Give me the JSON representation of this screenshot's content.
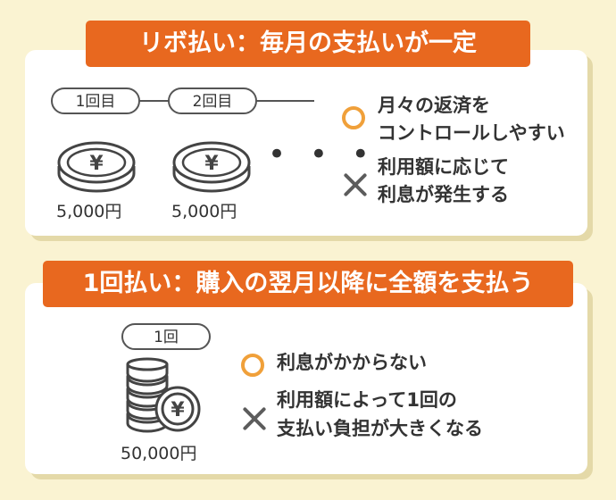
{
  "section1": {
    "banner": "リボ払い：毎月の支払いが一定",
    "steps": [
      {
        "label": "1回目",
        "amount": "5,000円"
      },
      {
        "label": "2回目",
        "amount": "5,000円"
      }
    ],
    "ellipsis": "• • •",
    "pro": [
      "月々の返済を",
      "コントロールしやすい"
    ],
    "con": [
      "利用額に応じて",
      "利息が発生する"
    ]
  },
  "section2": {
    "banner": "1回払い：購入の翌月以降に全額を支払う",
    "step": {
      "label": "1回",
      "amount": "50,000円"
    },
    "pro": [
      "利息がかからない"
    ],
    "con": [
      "利用額によって1回の",
      "支払い負担が大きくなる"
    ]
  },
  "currency_symbol": "¥",
  "colors": {
    "banner": "#e8681f",
    "circle_mark": "#f0a03a",
    "background": "#faf3d2"
  }
}
